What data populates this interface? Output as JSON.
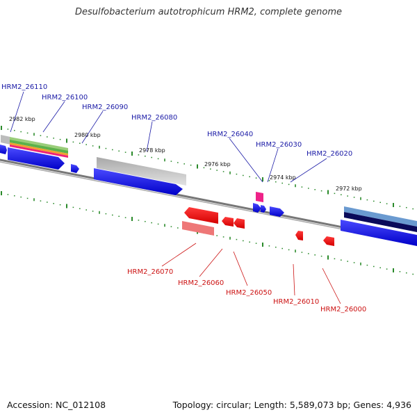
{
  "title": "Desulfobacterium autotrophicum HRM2, complete genome",
  "footer": {
    "accession": "Accession: NC_012108",
    "stats": "Topology: circular; Length: 5,589,073 bp; Genes: 4,936"
  },
  "scale_labels": [
    "2982 kbp",
    "2980 kbp",
    "2978 kbp",
    "2976 kbp",
    "2974 kbp",
    "2972 kbp"
  ],
  "genes_forward": [
    "HRM2_26110",
    "HRM2_26100",
    "HRM2_26090",
    "HRM2_26080",
    "HRM2_26040",
    "HRM2_26030",
    "HRM2_26020"
  ],
  "genes_reverse": [
    "HRM2_26070",
    "HRM2_26060",
    "HRM2_26050",
    "HRM2_26010",
    "HRM2_26000"
  ],
  "colors": {
    "forward_gene": "#1f1fe0",
    "reverse_gene": "#ee1111",
    "backbone": "#7a7a7a",
    "tick": "#2a8a2a",
    "forward_label": "#1a1aa6",
    "reverse_label": "#cc1111"
  }
}
